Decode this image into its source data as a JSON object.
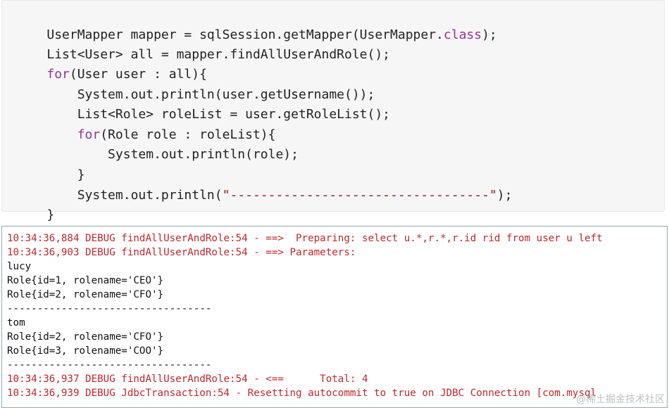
{
  "code_block": {
    "lines": [
      [
        {
          "t": "UserMapper mapper = sqlSession.getMapper(UserMapper.",
          "k": "plain"
        },
        {
          "t": "class",
          "k": "keyword"
        },
        {
          "t": ");",
          "k": "plain"
        }
      ],
      [
        {
          "t": "List<User> all = mapper.findAllUserAndRole();",
          "k": "plain"
        }
      ],
      [
        {
          "t": "for",
          "k": "keyword"
        },
        {
          "t": "(User user : all){",
          "k": "plain"
        }
      ],
      [
        {
          "t": "    System.out.println(user.getUsername());",
          "k": "plain"
        }
      ],
      [
        {
          "t": "    List<Role> roleList = user.getRoleList();",
          "k": "plain"
        }
      ],
      [
        {
          "t": "    ",
          "k": "plain"
        },
        {
          "t": "for",
          "k": "keyword"
        },
        {
          "t": "(Role role : roleList){",
          "k": "plain"
        }
      ],
      [
        {
          "t": "        System.out.println(role);",
          "k": "plain"
        }
      ],
      [
        {
          "t": "    }",
          "k": "plain"
        }
      ],
      [
        {
          "t": "    System.out.println(",
          "k": "plain"
        },
        {
          "t": "\"----------------------------------\"",
          "k": "string"
        },
        {
          "t": ");",
          "k": "plain"
        }
      ],
      [
        {
          "t": "}",
          "k": "plain"
        }
      ]
    ]
  },
  "console": {
    "lines": [
      {
        "text": "10:34:36,884 DEBUG findAllUserAndRole:54 - ==>  Preparing: select u.*,r.*,r.id rid from user u left",
        "color": "red"
      },
      {
        "text": "10:34:36,903 DEBUG findAllUserAndRole:54 - ==> Parameters:",
        "color": "red"
      },
      {
        "text": "lucy",
        "color": "black"
      },
      {
        "text": "Role{id=1, rolename='CEO'}",
        "color": "black"
      },
      {
        "text": "Role{id=2, rolename='CFO'}",
        "color": "black"
      },
      {
        "text": "----------------------------------",
        "color": "black"
      },
      {
        "text": "tom",
        "color": "black"
      },
      {
        "text": "Role{id=2, rolename='CFO'}",
        "color": "black"
      },
      {
        "text": "Role{id=3, rolename='COO'}",
        "color": "black"
      },
      {
        "text": "----------------------------------",
        "color": "black"
      },
      {
        "text": "10:34:36,937 DEBUG findAllUserAndRole:54 - <==      Total: 4",
        "color": "red"
      },
      {
        "text": "10:34:36,939 DEBUG JdbcTransaction:54 - Resetting autocommit to true on JDBC Connection [com.mysql",
        "color": "red"
      }
    ]
  },
  "watermark": {
    "text": "@稀土掘金技术社区"
  },
  "colors": {
    "keyword": "#9b2f9b",
    "string": "#a31515",
    "log_red": "#c0272d"
  }
}
